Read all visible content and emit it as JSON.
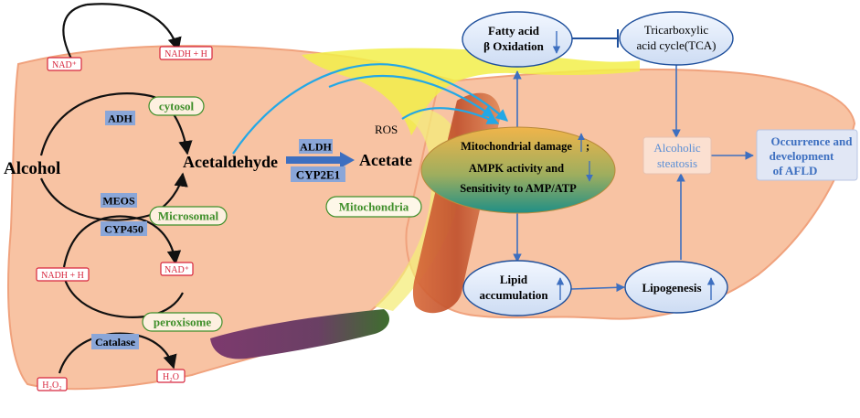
{
  "pathway": {
    "alcohol": "Alcohol",
    "acetaldehyde": "Acetaldehyde",
    "acetate": "Acetate",
    "ros": "ROS",
    "enzymes": {
      "adh": "ADH",
      "meos": "MEOS",
      "cyp450": "CYP450",
      "catalase": "Catalase",
      "aldh": "ALDH",
      "cyp2e1": "CYP2E1"
    },
    "cofactors": {
      "nad_top": "NAD⁺",
      "nadh_top": "NADH  + H",
      "nadh_mid": "NADH  + H",
      "nad_mid": "NAD⁺",
      "h2o2": "H₂O₂",
      "h2o": "H₂O"
    },
    "compartments": {
      "cytosol": "cytosol",
      "microsomal": "Microsomal",
      "peroxisome": "peroxisome",
      "mitochondria": "Mitochondria"
    }
  },
  "mechanism": {
    "fatty_acid_line1": "Fatty acid",
    "fatty_acid_line2": "β Oxidation",
    "tca_line1": "Tricarboxylic",
    "tca_line2": "acid cycle(TCA)",
    "mito_line1": "Mitochondrial damage",
    "mito_suffix": ";",
    "mito_line2": "AMPK activity and",
    "mito_line3": "Sensitivity to AMP/ATP",
    "steatosis_line1": "Alcoholic",
    "steatosis_line2": "steatosis",
    "outcome_line1": "Occurrence and",
    "outcome_line2": "development",
    "outcome_line3": "of AFLD",
    "lipid_line1": "Lipid",
    "lipid_line2": "accumulation",
    "lipogenesis": "Lipogenesis"
  },
  "colors": {
    "liver": "#f8c3a3",
    "liver_edge": "#f4a985",
    "enzyme_box": "#8aa6d8",
    "cofactor_red": "#d7263d",
    "compartment_green": "#3f8f2a",
    "mito_ellipse_top": "#f0b44a",
    "mito_ellipse_bottom": "#1f8f86",
    "node_fill": "#dfe9f8",
    "node_edge": "#1e4f9c",
    "arrow_blue": "#3d6fc0",
    "cyan_arrow": "#23a8e6",
    "steatosis_text": "#5b8fd6",
    "bile_yellow": "#f2ef4a"
  }
}
